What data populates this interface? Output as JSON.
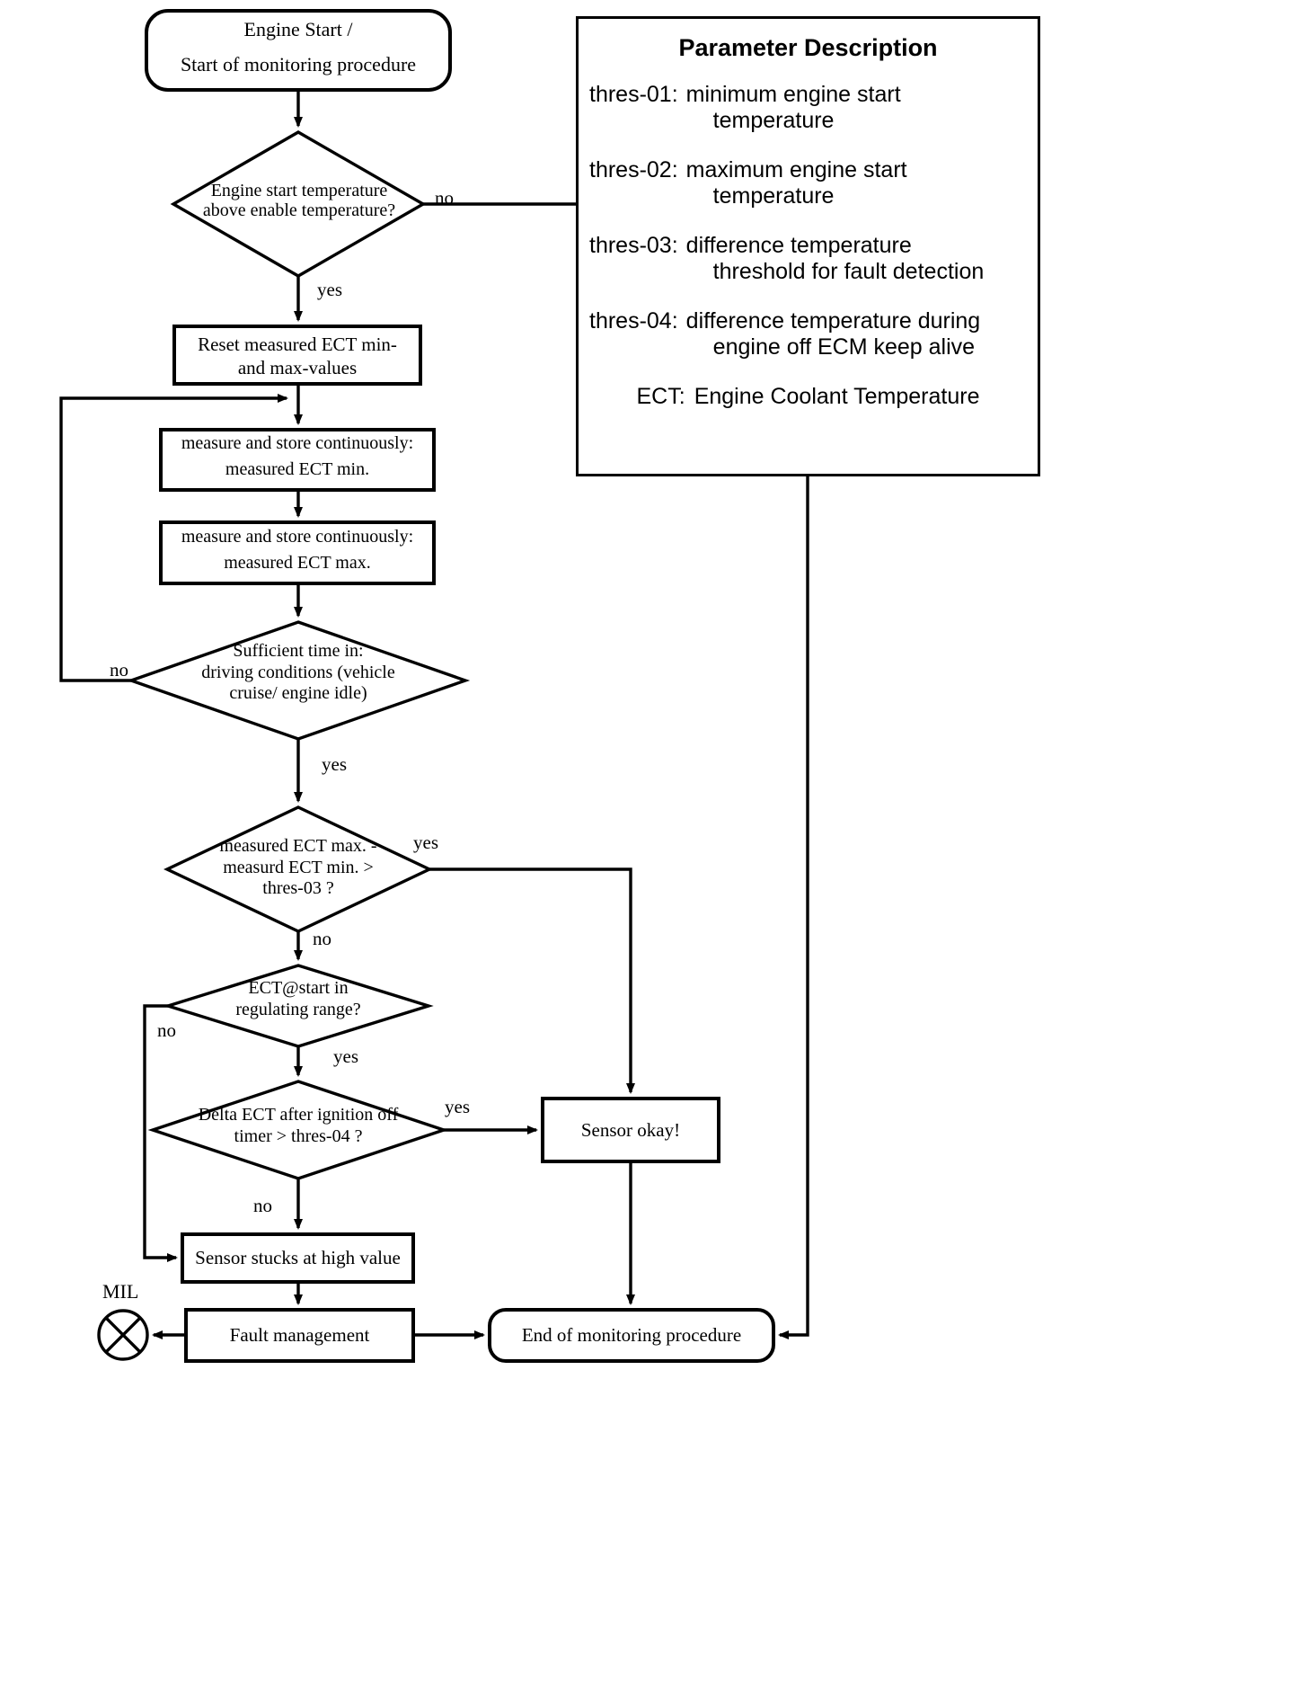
{
  "diagram": {
    "title": "ECT sensor monitoring flowchart",
    "nodes": {
      "start": {
        "line1": "Engine Start /",
        "line2": "Start of monitoring procedure"
      },
      "d_enable": {
        "line1": "Engine start temperature",
        "line2": "above enable temperature?"
      },
      "reset": {
        "line1": "Reset measured ECT min-",
        "line2": "and max-values"
      },
      "meas_min": {
        "line1": "measure and store continuously:",
        "line2": "measured ECT min."
      },
      "meas_max": {
        "line1": "measure and store continuously:",
        "line2": "measured ECT max."
      },
      "d_time": {
        "line1": "Sufficient time in:",
        "line2": "driving conditions (vehicle",
        "line3": "cruise/ engine idle)"
      },
      "d_delta": {
        "line1": "measured  ECT max. -",
        "line2": "measurd ECT min. >",
        "line3": "thres-03 ?"
      },
      "d_regrange": {
        "line1": "ECT@start in",
        "line2": "regulating range?"
      },
      "d_ignoff": {
        "line1": "Delta ECT after ignition off",
        "line2": "timer > thres-04 ?"
      },
      "sensor_ok": {
        "line1": "Sensor okay!"
      },
      "sensor_stuck": {
        "line1": "Sensor stucks at high value"
      },
      "fault_mgmt": {
        "line1": "Fault management"
      },
      "end": {
        "line1": "End of monitoring procedure"
      },
      "mil": {
        "label": "MIL"
      }
    },
    "edge_labels": {
      "enable_no": "no",
      "enable_yes": "yes",
      "time_no": "no",
      "time_yes": "yes",
      "delta_yes": "yes",
      "delta_no": "no",
      "regrange_no": "no",
      "regrange_yes": "yes",
      "ignoff_yes": "yes",
      "ignoff_no": "no"
    }
  },
  "parameter_panel": {
    "title": "Parameter Description",
    "items": [
      {
        "key": "thres-01:",
        "line1": "minimum engine start",
        "line2": "temperature"
      },
      {
        "key": "thres-02:",
        "line1": "maximum engine start",
        "line2": "temperature"
      },
      {
        "key": "thres-03:",
        "line1": "difference temperature",
        "line2": "threshold for fault detection"
      },
      {
        "key": "thres-04:",
        "line1": "difference temperature during",
        "line2": "engine off ECM keep alive"
      }
    ],
    "footer": {
      "key": "ECT:",
      "value": "Engine Coolant Temperature"
    }
  },
  "colors": {
    "stroke": "#000000",
    "fill": "#ffffff"
  }
}
